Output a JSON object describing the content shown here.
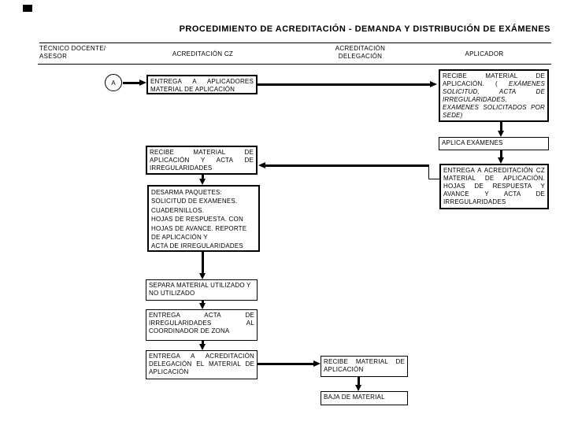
{
  "title": "PROCEDIMIENTO DE ACREDITACIÓN - DEMANDA Y DISTRIBUCIÓN DE EXÁMENES",
  "columns": [
    {
      "label": "TÉCNICO DOCENTE/\nASESOR"
    },
    {
      "label": "ACREDITACIÓN CZ"
    },
    {
      "label": "ACREDITACIÓN\nDELEGACIÓN"
    },
    {
      "label": "APLICADOR"
    }
  ],
  "connector": {
    "label": "A"
  },
  "boxes": {
    "entrega_aplicadores": "ENTREGA A APLICADORES MATERIAL DE APLICACIÓN",
    "recibe_material_aplicador_normal": "RECIBE MATERIAL DE APLICACIÓN. ( ",
    "recibe_material_aplicador_italic": "EXÁMENES SOLICITUD, ACTA DE IRREGULARIDADES, EXAMENES SOLICITADOS POR SEDE)",
    "aplica_examenes": "APLICA EXÁMENES",
    "entrega_acreditacion_cz": "ENTREGA A ACREDITACIÓN CZ MATERIAL DE APLICACIÓN. HOJAS DE RESPUESTA Y AVANCE Y ACTA DE IRREGULARIDADES",
    "recibe_material_cz": "RECIBE MATERIAL DE APLICACIÓN Y ACTA DE IRREGULARIDADES",
    "desarma_paquetes": "DESARMA PAQUETES:\nSOLICITUD DE EXAMENES.\nCUADERNILLOS.\nHOJAS DE RESPUESTA. CON\nHOJAS DE AVANCE. REPORTE\nDE APLICACIÓN Y\nACTA DE IRREGULARIDADES",
    "separa_material": "SEPARA MATERIAL UTILIZADO Y NO UTILIZADO",
    "entrega_acta": "ENTREGA ACTA DE IRREGULARIDADES AL COORDINADOR DE ZONA",
    "entrega_delegacion": "ENTREGA A ACREDITACIÓN DELEGACIÓN EL MATERIAL DE APLICACIÓN",
    "recibe_material_delegacion": "RECIBE MATERIAL DE APLICACIÓN",
    "baja_material": "BAJA DE MATERIAL"
  },
  "colors": {
    "ink": "#000000",
    "background": "#ffffff"
  }
}
